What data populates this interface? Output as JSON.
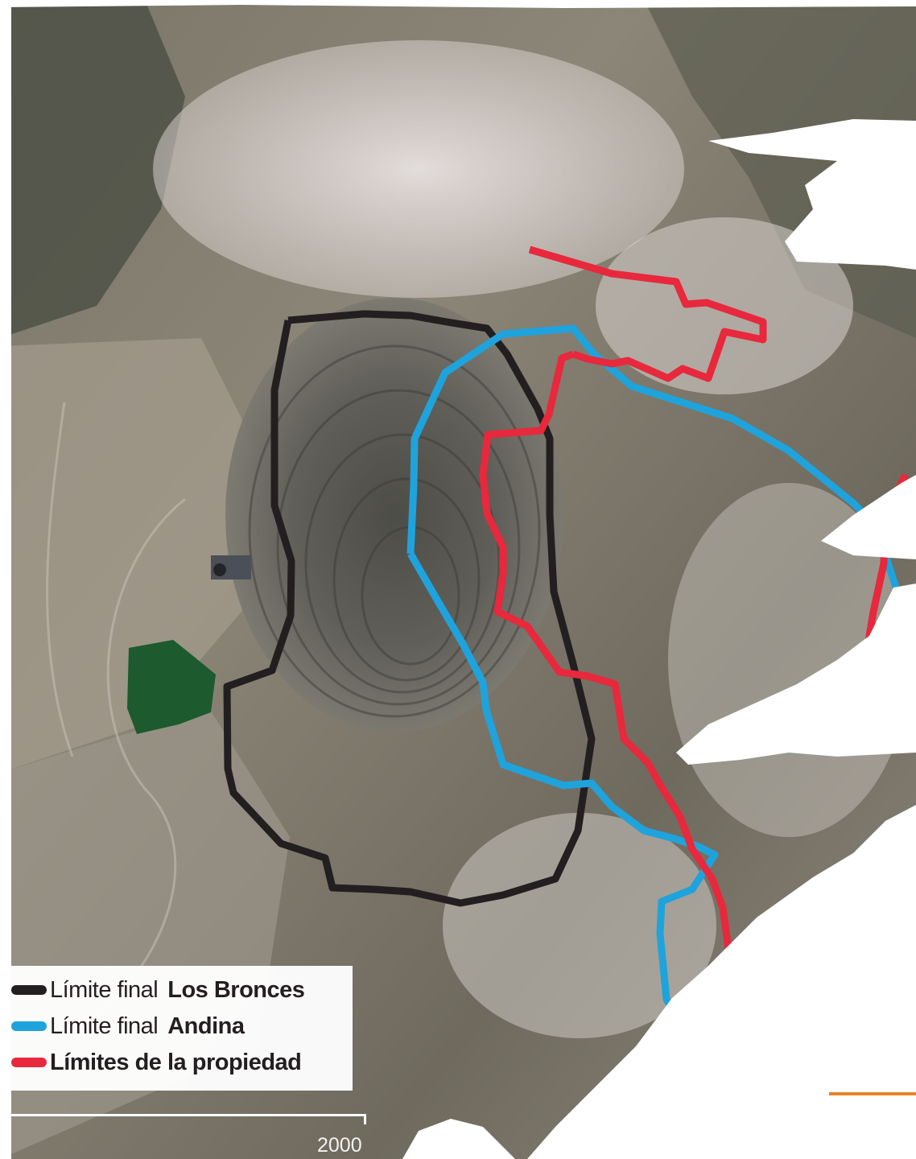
{
  "legend": {
    "items": [
      {
        "prefix": "Límite final",
        "label": "Los Bronces",
        "color": "#231f20"
      },
      {
        "prefix": "Límite final",
        "label": "Andina",
        "color": "#1fa3dc"
      },
      {
        "prefix": "",
        "label": "Límites de la propiedad",
        "color": "#e8283c"
      }
    ]
  },
  "scale": {
    "label": "2000"
  },
  "colors": {
    "accent_rule": "#e8822a",
    "pond": "#1d5a2e",
    "paper": "#ffffff"
  }
}
